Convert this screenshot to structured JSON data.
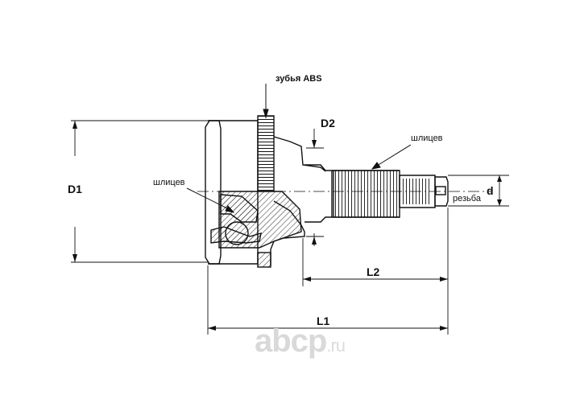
{
  "labels": {
    "abs_teeth": "зубья ABS",
    "d2": "D2",
    "d1": "D1",
    "splines_left": "шлицев",
    "splines_right": "шлицев",
    "thread": "резьба",
    "d": "d",
    "l2": "L2",
    "l1": "L1"
  },
  "watermark": {
    "brand": "abcp",
    "tld": ".ru"
  },
  "colors": {
    "line": "#111111",
    "watermark": "#d9d9d9"
  }
}
